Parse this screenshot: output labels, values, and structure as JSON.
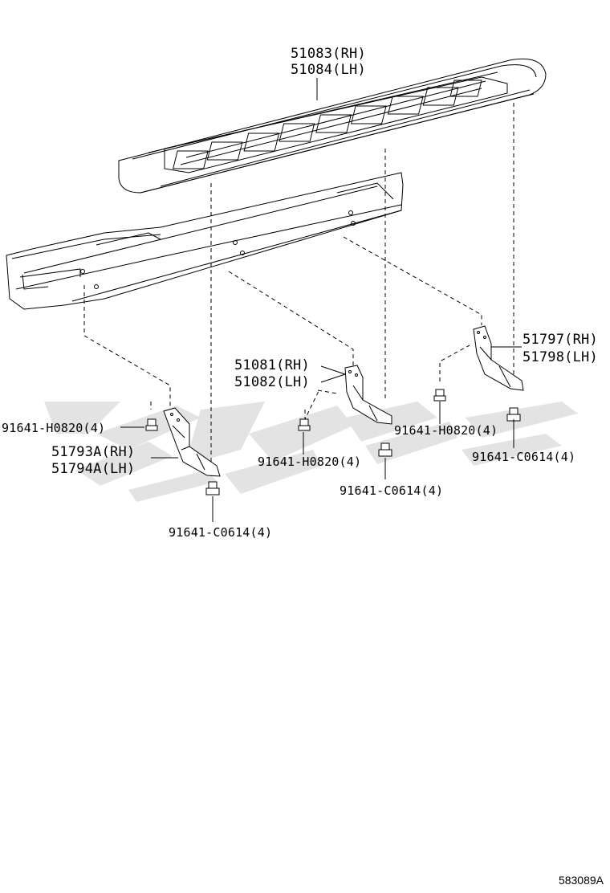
{
  "diagram": {
    "callouts": {
      "step_board": [
        "51083(RH)",
        "51084(LH)"
      ],
      "bracket_center": [
        "51081(RH)",
        "51082(LH)"
      ],
      "bracket_right": [
        "51797(RH)",
        "51798(LH)"
      ],
      "bracket_left": [
        "51793A(RH)",
        "51794A(LH)"
      ],
      "bolt_left": "91641-H0820(4)",
      "bolt_center": "91641-H0820(4)",
      "bolt_right": "91641-H0820(4)",
      "nut_left": "91641-C0614(4)",
      "nut_center": "91641-C0614(4)",
      "nut_right": "91641-C0614(4)"
    },
    "illustration_code": "583089A"
  },
  "colors": {
    "line": "#000000",
    "watermark": "#e3e3e3",
    "background": "#ffffff"
  }
}
